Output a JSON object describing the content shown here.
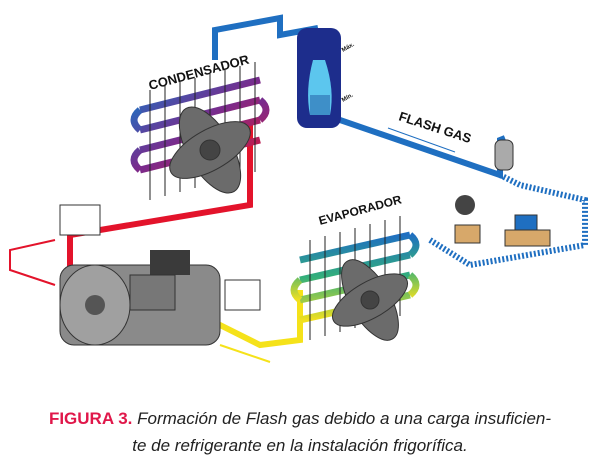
{
  "labels": {
    "condenser": "CONDENSADOR",
    "flash_gas": "FLASH GAS",
    "evaporator": "EVAPORADOR",
    "max": "Máx.",
    "min": "Mín."
  },
  "caption": {
    "figure": "FIGURA 3.",
    "line1": "Formación de Flash gas debido a una carga insuficien-",
    "line2": "te de refrigerante en la instalación frigorífica."
  },
  "colors": {
    "discharge_pipe": "#e3132b",
    "liquid_pipe": "#1f6fc1",
    "suction_pipe": "#f5e21a",
    "receiver": "#1d2d8c",
    "caption_accent": "#e0174a"
  }
}
